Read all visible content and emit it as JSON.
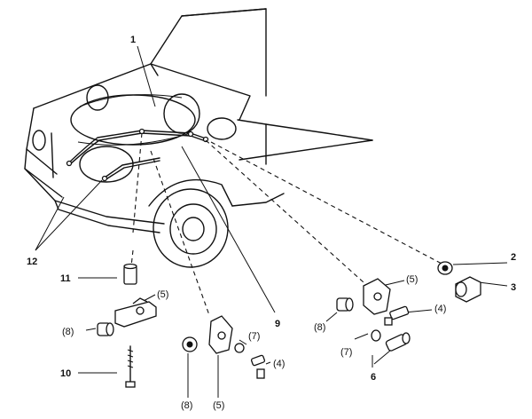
{
  "callouts": {
    "c1": "1",
    "c2": "2",
    "c3": "3",
    "c4a": "(4)",
    "c4b": "(4)",
    "c5a": "(5)",
    "c5b": "(5)",
    "c5c": "(5)",
    "c6": "6",
    "c7a": "(7)",
    "c7b": "(7)",
    "c8a": "(8)",
    "c8b": "(8)",
    "c8c": "(8)",
    "c9": "9",
    "c10": "10",
    "c11": "11",
    "c12": "12"
  },
  "icons": {
    "vehicle": "vehicle-front-icon",
    "pipe": "washer-pipe-icon"
  }
}
